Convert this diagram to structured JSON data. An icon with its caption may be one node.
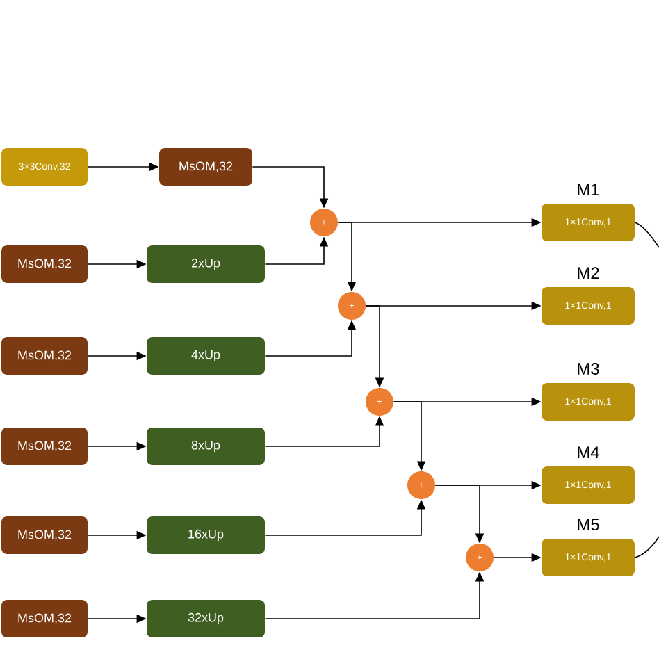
{
  "diagram": {
    "nodes": [
      {
        "text": [
          "3×3Conv,32"
        ]
      },
      {
        "text": [
          "MsOM,32"
        ]
      },
      {
        "text": [
          "MsOM,32"
        ]
      },
      {
        "text": [
          "2xUp"
        ]
      },
      {
        "text": [
          "MsOM,32"
        ]
      },
      {
        "text": [
          "4xUp"
        ]
      },
      {
        "text": [
          "MsOM,32"
        ]
      },
      {
        "text": [
          "8xUp"
        ]
      },
      {
        "text": [
          "MsOM,32"
        ]
      },
      {
        "text": [
          "16xUp"
        ]
      },
      {
        "text": [
          "MsOM,32"
        ]
      },
      {
        "text": [
          "32xUp"
        ]
      },
      {
        "text": [
          "+"
        ]
      },
      {
        "text": [
          "+"
        ]
      },
      {
        "text": [
          "+"
        ]
      },
      {
        "text": [
          "+"
        ]
      },
      {
        "text": [
          "+"
        ]
      },
      {
        "text": [
          "1×1Conv,1"
        ],
        "beside": [
          "M1"
        ]
      },
      {
        "text": [
          "1×1Conv,1"
        ],
        "beside": [
          "M2"
        ]
      },
      {
        "text": [
          "1×1Conv,1"
        ],
        "beside": [
          "M3"
        ]
      },
      {
        "text": [
          "1×1Conv,1"
        ],
        "beside": [
          "M4"
        ]
      },
      {
        "text": [
          "1×1Conv,1"
        ],
        "beside": [
          "M5"
        ]
      }
    ],
    "edges": [
      {
        "from": 0,
        "to": 1,
        "arrow": "to"
      },
      {
        "from": 2,
        "to": 3,
        "arrow": "to"
      },
      {
        "from": 4,
        "to": 5,
        "arrow": "to"
      },
      {
        "from": 6,
        "to": 7,
        "arrow": "to"
      },
      {
        "from": 8,
        "to": 9,
        "arrow": "to"
      },
      {
        "from": 10,
        "to": 11,
        "arrow": "to"
      },
      {
        "from": 1,
        "to": 12,
        "arrow": "to"
      },
      {
        "from": 3,
        "to": 12,
        "arrow": "to"
      },
      {
        "from": 12,
        "to": 17,
        "arrow": "to"
      },
      {
        "from": 12,
        "to": 13,
        "arrow": "to"
      },
      {
        "from": 5,
        "to": 13,
        "arrow": "to"
      },
      {
        "from": 13,
        "to": 18,
        "arrow": "to"
      },
      {
        "from": 13,
        "to": 14,
        "arrow": "to"
      },
      {
        "from": 7,
        "to": 14,
        "arrow": "to"
      },
      {
        "from": 14,
        "to": 19,
        "arrow": "to"
      },
      {
        "from": 14,
        "to": 15,
        "arrow": "to"
      },
      {
        "from": 9,
        "to": 15,
        "arrow": "to"
      },
      {
        "from": 15,
        "to": 20,
        "arrow": "to"
      },
      {
        "from": 15,
        "to": 16,
        "arrow": "to"
      },
      {
        "from": 11,
        "to": 16,
        "arrow": "to"
      },
      {
        "from": 16,
        "to": 21,
        "arrow": "to"
      },
      {
        "from": 17,
        "to": null,
        "arrow": "none"
      },
      {
        "from": 21,
        "to": null,
        "arrow": "none"
      }
    ]
  }
}
